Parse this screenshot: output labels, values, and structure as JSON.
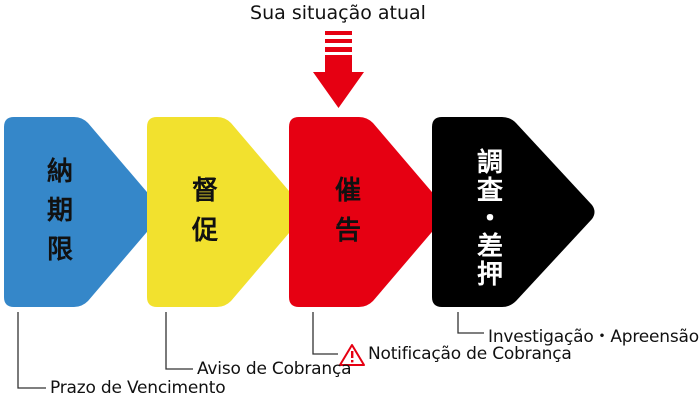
{
  "current_status": {
    "label": "Sua situação atual",
    "arrow_color": "#e60012"
  },
  "stages": [
    {
      "chars": [
        "納",
        "期",
        "限"
      ],
      "color": "#3587c9",
      "text_color": "#111111",
      "caption": "Prazo de Vencimento"
    },
    {
      "chars": [
        "督",
        "促"
      ],
      "color": "#f2e12e",
      "text_color": "#111111",
      "caption": "Aviso de Cobrança"
    },
    {
      "chars": [
        "催",
        "告"
      ],
      "color": "#e60012",
      "text_color": "#111111",
      "caption": "Notificação de Cobrança",
      "caption_icon": "warning-icon"
    },
    {
      "chars": [
        "調",
        "査",
        "・",
        "差",
        "押"
      ],
      "color": "#000000",
      "text_color": "#ffffff",
      "caption": "Investigação・Apreensão"
    }
  ],
  "connector_color": "#333333"
}
